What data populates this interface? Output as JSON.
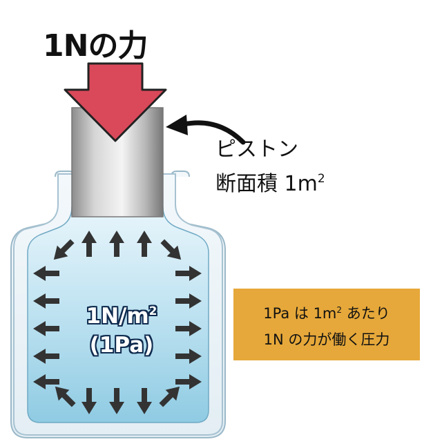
{
  "force_label": "1Nの力",
  "piston": {
    "name": "ピストン",
    "area_prefix": "断面積 1m",
    "area_exponent": "2"
  },
  "pressure": {
    "value_prefix": "1N/m",
    "value_exponent": "2",
    "unit_note": "(1Pa)"
  },
  "note": {
    "line1_prefix": "1Pa は 1m",
    "line1_exponent": "2",
    "line1_suffix": " あたり",
    "line2": "1N の力が働く圧力"
  },
  "colors": {
    "force_arrow": "#d9495a",
    "fluid": "#a9d8ec",
    "note_background": "#e6a83a",
    "pressure_arrows": "#333333"
  }
}
